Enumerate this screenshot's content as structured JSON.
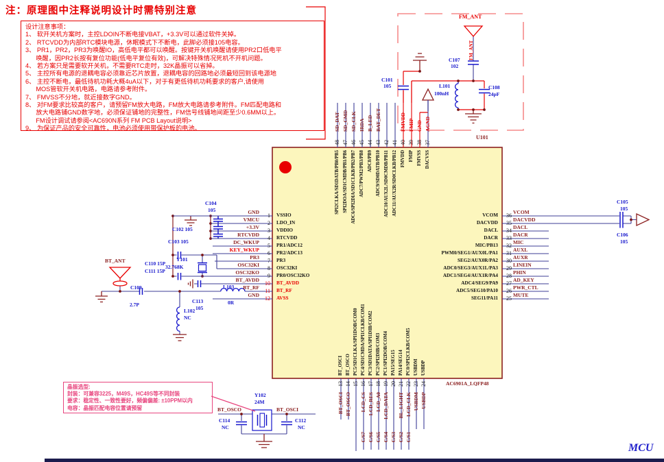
{
  "title": "注：原理图中注释说明设计时需特别注意",
  "sheet_label": "MCU",
  "colors": {
    "red": "#e80000",
    "dark_red": "#8b1f1f",
    "blue": "#1515cc",
    "pink": "#e8457e",
    "wire": "#3c3c96",
    "ic_fill": "#fcf6bd",
    "black": "#141414"
  },
  "design_notes": {
    "lines": [
      "设计注意事项：",
      "1、 软开关机方案时，主控LDOIN不断电接VBAT，+3.3V可以通过软件关掉。",
      "2、 RTCVDD为内部RTC模块电源，休眠模式下不断电，此脚必须接105电容。",
      "3、 PR1，PR2，PR3为唤醒IO，高低电平都可以唤醒。按键开关机唤醒请使用PR2口低电平",
      "      唤醒，因PR2长按有复位功能(低电平复位有效)，可解决特殊情况死机不开机问题。",
      "4、 若方案只是需要软开关机，不需要RTC走时，32K晶振可以省掉。",
      "5、 主控所有电源的退耦电容必须靠近芯片放置，退耦电容的回路地必须最短回到该电源地",
      "6、 主控不断电，最低待机功耗大概4uA以下，对于有更低待机功耗要求的客户,请使用",
      "      MOS管软开关机电路，电路请参考附件。",
      "7、 FMVSS不分地，就近接数字GND。",
      "8、 对FM要求比较高的客户，请预留FM放大电路，FM放大电路请参考附件。FM匹配电路和",
      "      放大电路铺GND数字地，必须保证铺地的完整性，FM信号线铺地间距至少0.6MM以上。",
      "      FM设计调试请参阅<AC690N系列 FM PCB Layout说明>",
      "9、 为保证产品的安全可靠性，电池必须使用带保护板的电池。"
    ]
  },
  "crystal_note": {
    "lines": [
      "晶振选型:",
      "封装：可兼容3225，M49S，HC49S等不同封装",
      "要求：稳定性、一致性要好，频偏偏差: ±10PPM以内",
      "电容：晶振匹配电容位置请预留"
    ]
  },
  "ic": {
    "refdes": "U101",
    "part_name": "AC6901A_LQFP48",
    "pins": {
      "top": [
        {
          "num": "48",
          "net": "SD_DAT",
          "name": "SPI2CLKA/SD1DATB/PB0/PB5",
          "net_red": false
        },
        {
          "num": "47",
          "net": "SD_CMD",
          "name": "SPI2DOA/SD1CMDB/PB1/PB6",
          "net_red": false
        },
        {
          "num": "46",
          "net": "SD_CLK",
          "name": "ADC6/SPI2DIA/SD1CLKB/PB2/PB7",
          "net_red": false
        },
        {
          "num": "45",
          "net": "IRDA",
          "name": "ADC7/PWM2/PB3/PB8",
          "net_red": false
        },
        {
          "num": "44",
          "net": "B_LED",
          "name": "ADC8/PB9",
          "net_red": false
        },
        {
          "num": "43",
          "net": "BAT_DET",
          "name": "ADC9/SD0DATB/PB10",
          "net_red": false
        },
        {
          "num": "42",
          "net": "",
          "name": "ADC10/AUX2L/SD0CMDB/PB11",
          "net_red": false
        },
        {
          "num": "41",
          "net": "",
          "name": "ADC11/AUX2R/SD0CLKB/PB12",
          "net_red": false
        },
        {
          "num": "40",
          "net": "FMVDD",
          "name": "FMVDD",
          "net_red": true
        },
        {
          "num": "39",
          "net": "FMIP",
          "name": "FMIP",
          "net_red": true
        },
        {
          "num": "38",
          "net": "GND",
          "name": "FMVSS",
          "net_red": true
        },
        {
          "num": "37",
          "net": "AGND",
          "name": "DACVSS",
          "net_red": true
        }
      ],
      "left": [
        {
          "num": "1",
          "net": "GND",
          "name": "VSSIO",
          "num_red": false,
          "net_red": false,
          "name_red": false
        },
        {
          "num": "2",
          "net": "VMCU",
          "name": "LDO_IN",
          "num_red": false,
          "net_red": false,
          "name_red": false
        },
        {
          "num": "3",
          "net": "+3.3V",
          "name": "VDDIO",
          "num_red": false,
          "net_red": false,
          "name_red": false
        },
        {
          "num": "4",
          "net": "RTCVDD",
          "name": "RTCVDD",
          "num_red": false,
          "net_red": false,
          "name_red": false
        },
        {
          "num": "5",
          "net": "DC_WKUP",
          "name": "PR1/ADC12",
          "num_red": false,
          "net_red": false,
          "name_red": false
        },
        {
          "num": "6",
          "net": "KEY_WKUP",
          "name": "PR2/ADC13",
          "num_red": false,
          "net_red": true,
          "name_red": false
        },
        {
          "num": "7",
          "net": "PR3",
          "name": "PR3",
          "num_red": false,
          "net_red": false,
          "name_red": false
        },
        {
          "num": "8",
          "net": "OSC32KI",
          "name": "OSC32KI",
          "num_red": false,
          "net_red": false,
          "name_red": false
        },
        {
          "num": "9",
          "net": "OSC32KO",
          "name": "PR0/OSC32KO",
          "num_red": false,
          "net_red": false,
          "name_red": false
        },
        {
          "num": "10",
          "net": "BT_AVDD",
          "name": "BT_AVDD",
          "num_red": true,
          "net_red": false,
          "name_red": true
        },
        {
          "num": "11",
          "net": "BT_RF",
          "name": "BT_RF",
          "num_red": true,
          "net_red": false,
          "name_red": true
        },
        {
          "num": "12",
          "net": "GND",
          "name": "AVSS",
          "num_red": true,
          "net_red": false,
          "name_red": true
        }
      ],
      "right": [
        {
          "num": "36",
          "net": "VCOM",
          "name": "VCOM"
        },
        {
          "num": "35",
          "net": "DACVDD",
          "name": "DACVDD"
        },
        {
          "num": "34",
          "net": "DACL",
          "name": "DACL"
        },
        {
          "num": "33",
          "net": "DACR",
          "name": "DACR"
        },
        {
          "num": "32",
          "net": "MIC",
          "name": "MIC/PB13"
        },
        {
          "num": "31",
          "net": "AUXL",
          "name": "PWM0/SEG1/AUX0L/PA1"
        },
        {
          "num": "30",
          "net": "AUXR",
          "name": "SEG2/AUX0R/PA2"
        },
        {
          "num": "29",
          "net": "LINEIN",
          "name": "ADC0/SEG3/AUX1L/PA3"
        },
        {
          "num": "28",
          "net": "PHIN",
          "name": "ADC1/SEG4/AUX1R/PA4"
        },
        {
          "num": "27",
          "net": "AD_KEY",
          "name": "ADC4/SEG9/PA9"
        },
        {
          "num": "26",
          "net": "PWR_CTL",
          "name": "ADC5/SEG10/PA10"
        },
        {
          "num": "25",
          "net": "MUTE",
          "name": "SEG11/PA11"
        }
      ],
      "bottom": [
        {
          "num": "13",
          "net": "BT_OSCI",
          "net2": "",
          "name": "BT_OSCI"
        },
        {
          "num": "14",
          "net": "BT_OSCO",
          "net2": "",
          "name": "BT_OSCO"
        },
        {
          "num": "15",
          "net": "",
          "net2": "",
          "name": "PC5/SD1CLKA/SPI1DOB/COM0"
        },
        {
          "num": "16",
          "net": "LCD_CS",
          "net2": "C/S7",
          "name": "PC4/SD1CMDA/SPI1CLKB/COM1"
        },
        {
          "num": "17",
          "net": "LCD_RES",
          "net2": "C/S6",
          "name": "PC3/SD1DATA/SPI1DIB/COM2"
        },
        {
          "num": "18",
          "net": "LCD_A0",
          "net2": "C/S5",
          "name": "PC2/SPI2DIB/COM3"
        },
        {
          "num": "19",
          "net": "LCD_DATA",
          "net2": "C/S4",
          "name": "PC1/SPI2DOB/COM4"
        },
        {
          "num": "20",
          "net": "",
          "net2": "C/S3",
          "name": "PA15/SEG15"
        },
        {
          "num": "21",
          "net": "BL_LIGHT",
          "net2": "C/S2",
          "name": "PA14/SEG14"
        },
        {
          "num": "22",
          "net": "LCD_CLK",
          "net2": "C/S1",
          "name": "PC0/SPI2CLKB/COM5"
        },
        {
          "num": "23",
          "net": "USBDM",
          "net2": "",
          "name": "USBDM"
        },
        {
          "num": "24",
          "net": "USBDP",
          "net2": "",
          "name": "USBDP"
        }
      ]
    }
  },
  "labels": {
    "fm_ant_title": "FM_ANT",
    "fm_ant_wire": "FM_ANT",
    "c107_ref": "C107",
    "c107_val": "102",
    "l101_ref": "L101",
    "l101_val": "100nH",
    "c108_ref": "C108",
    "c108_val": "24pF",
    "c101_ref": "C101",
    "c101_val": "105",
    "c105_ref": "C105",
    "c105_val": "105",
    "c106_ref": "C106",
    "c106_val": "105",
    "u101": "U101",
    "part": "AC6901A_LQFP48",
    "c104_ref": "C104",
    "c104_val": "105",
    "c102_line": "C102 105",
    "c103_line": "C103 105",
    "y101_ref": "Y101",
    "y101_val": "32.768K",
    "c110_line": "C110 15P",
    "c111_line": "C111 15P",
    "bt_ant": "BT_ANT",
    "c109_ref": "C109",
    "c109_val": "2.7P",
    "l103_ref": "L103",
    "l103_val": "0R",
    "l102_ref": "L102",
    "l102_val": "NC",
    "c113_ref": "C113",
    "c113_val": "105",
    "y102_ref": "Y102",
    "y102_val": "24M",
    "c114_ref": "C114",
    "c114_val": "NC",
    "c112_ref": "C112",
    "c112_val": "NC",
    "bt_osco": "BT_OSCO",
    "bt_osci": "BT_OSCI"
  }
}
